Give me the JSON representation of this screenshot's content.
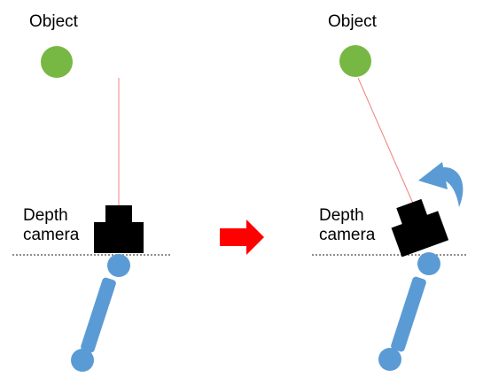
{
  "left_panel": {
    "object_label": "Object",
    "camera_label_line1": "Depth",
    "camera_label_line2": "camera"
  },
  "right_panel": {
    "object_label": "Object",
    "camera_label_line1": "Depth",
    "camera_label_line2": "camera"
  },
  "colors": {
    "object": "#76b843",
    "camera": "#000000",
    "arm": "#5b9bd5",
    "sight_line": "#f08080",
    "transition_arrow": "#ff0000",
    "rotation_arrow": "#5b9bd5",
    "ground_line": "#8f8f8f"
  }
}
